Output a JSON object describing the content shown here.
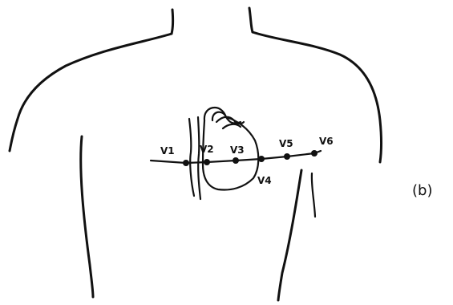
{
  "figure": {
    "part_label": "(b)"
  },
  "electrodes": [
    {
      "id": "V1",
      "label": "V1"
    },
    {
      "id": "V2",
      "label": "V2"
    },
    {
      "id": "V3",
      "label": "V3"
    },
    {
      "id": "V4",
      "label": "V4"
    },
    {
      "id": "V5",
      "label": "V5"
    },
    {
      "id": "V6",
      "label": "V6"
    }
  ],
  "colors": {
    "ink": "#111111",
    "background": "#ffffff"
  }
}
